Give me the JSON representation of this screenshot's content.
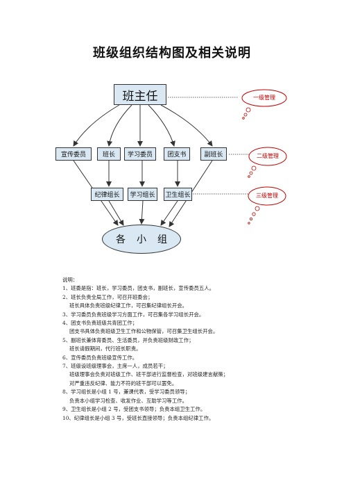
{
  "title": "班级组织结构图及相关说明",
  "chart": {
    "top_node": "班主任",
    "level2_nodes": [
      "宣传委员",
      "班长",
      "学习委员",
      "团支书",
      "副班长"
    ],
    "level3_nodes": [
      "纪律组长",
      "学习组长",
      "卫生组长"
    ],
    "bottom_node": "各小组",
    "callouts": [
      "一级管理",
      "二级管理",
      "三级管理"
    ]
  },
  "notes": {
    "heading": "说明：",
    "lines": [
      "1、班委是指：班长，学习委员，团支书，副班长，宣传委员五人。",
      "2、班长负责全局工作，可召开班委会；",
      "班长具体负责班级纪律工作，可召集纪律组长开会。",
      "3、学习委员负责班级学习方面工作，可召集各学习组长开会。",
      "4、团支书负责班级共青团工作；",
      "团支书具体负责班级卫生工作和公物保管，可召集卫生组长开会。",
      "5、副班长兼体育委员、生活委员，并负责班级财政工作；",
      "班长请假期间，代行班长职责。",
      "6、宣传委员负责班级宣传工作。",
      "7、班级设班级理事会，主席一人，成员若干；",
      "班级理事会负责对班级工作、班干部进行监督检查，对班级建言献策；",
      "对严重违反纪律、能力不符的班干部可以罢免。",
      "8、学习组长是小组 1 号，兼课代表，受学习委员领导；",
      "负责本小组学习检查、收发作业、互助学习等工作。",
      "9、卫生组长是小组 2 号，受团支书领导；负责本组卫生工作。",
      "10、纪律组长是小组 3 号，受班长直接领导；负责本组纪律工作。"
    ]
  },
  "colors": {
    "node_fill": "#d9e8f2",
    "node_border": "#333333",
    "callout_text": "#c00000",
    "callout_border": "#c00000"
  }
}
